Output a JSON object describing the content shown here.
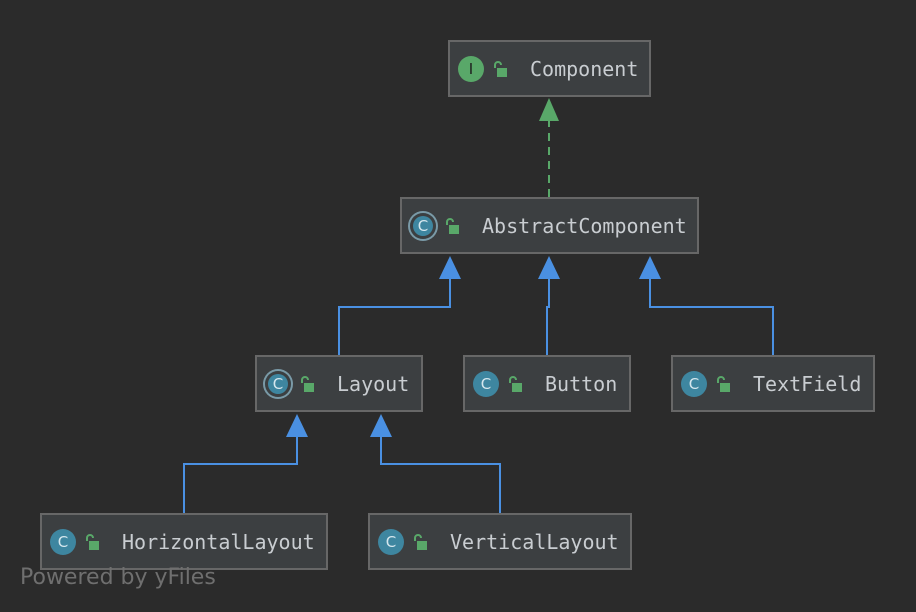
{
  "diagram": {
    "nodes": [
      {
        "id": "component",
        "label": "Component",
        "kind": "interface",
        "kind_letter": "I"
      },
      {
        "id": "abstract-component",
        "label": "AbstractComponent",
        "kind": "abstract-class",
        "kind_letter": "C"
      },
      {
        "id": "layout",
        "label": "Layout",
        "kind": "abstract-class",
        "kind_letter": "C"
      },
      {
        "id": "button",
        "label": "Button",
        "kind": "class",
        "kind_letter": "C"
      },
      {
        "id": "textfield",
        "label": "TextField",
        "kind": "class",
        "kind_letter": "C"
      },
      {
        "id": "horizontal-layout",
        "label": "HorizontalLayout",
        "kind": "class",
        "kind_letter": "C"
      },
      {
        "id": "vertical-layout",
        "label": "VerticalLayout",
        "kind": "class",
        "kind_letter": "C"
      }
    ],
    "edges": [
      {
        "from": "abstract-component",
        "to": "component",
        "type": "implements"
      },
      {
        "from": "layout",
        "to": "abstract-component",
        "type": "extends"
      },
      {
        "from": "button",
        "to": "abstract-component",
        "type": "extends"
      },
      {
        "from": "textfield",
        "to": "abstract-component",
        "type": "extends"
      },
      {
        "from": "horizontal-layout",
        "to": "layout",
        "type": "extends"
      },
      {
        "from": "vertical-layout",
        "to": "layout",
        "type": "extends"
      }
    ],
    "colors": {
      "background": "#2b2b2b",
      "node_fill": "#3c3f41",
      "node_border": "#676767",
      "extends_edge": "#4a90e2",
      "implements_edge": "#59a869",
      "interface_badge": "#59a869",
      "class_badge": "#3e86a0",
      "lock": "#59a869"
    },
    "icons": {
      "interface": "interface-icon",
      "class": "class-icon",
      "abstract": "abstract-class-icon",
      "visibility": "unlocked-padlock-icon"
    }
  },
  "watermark": "Powered by yFiles"
}
